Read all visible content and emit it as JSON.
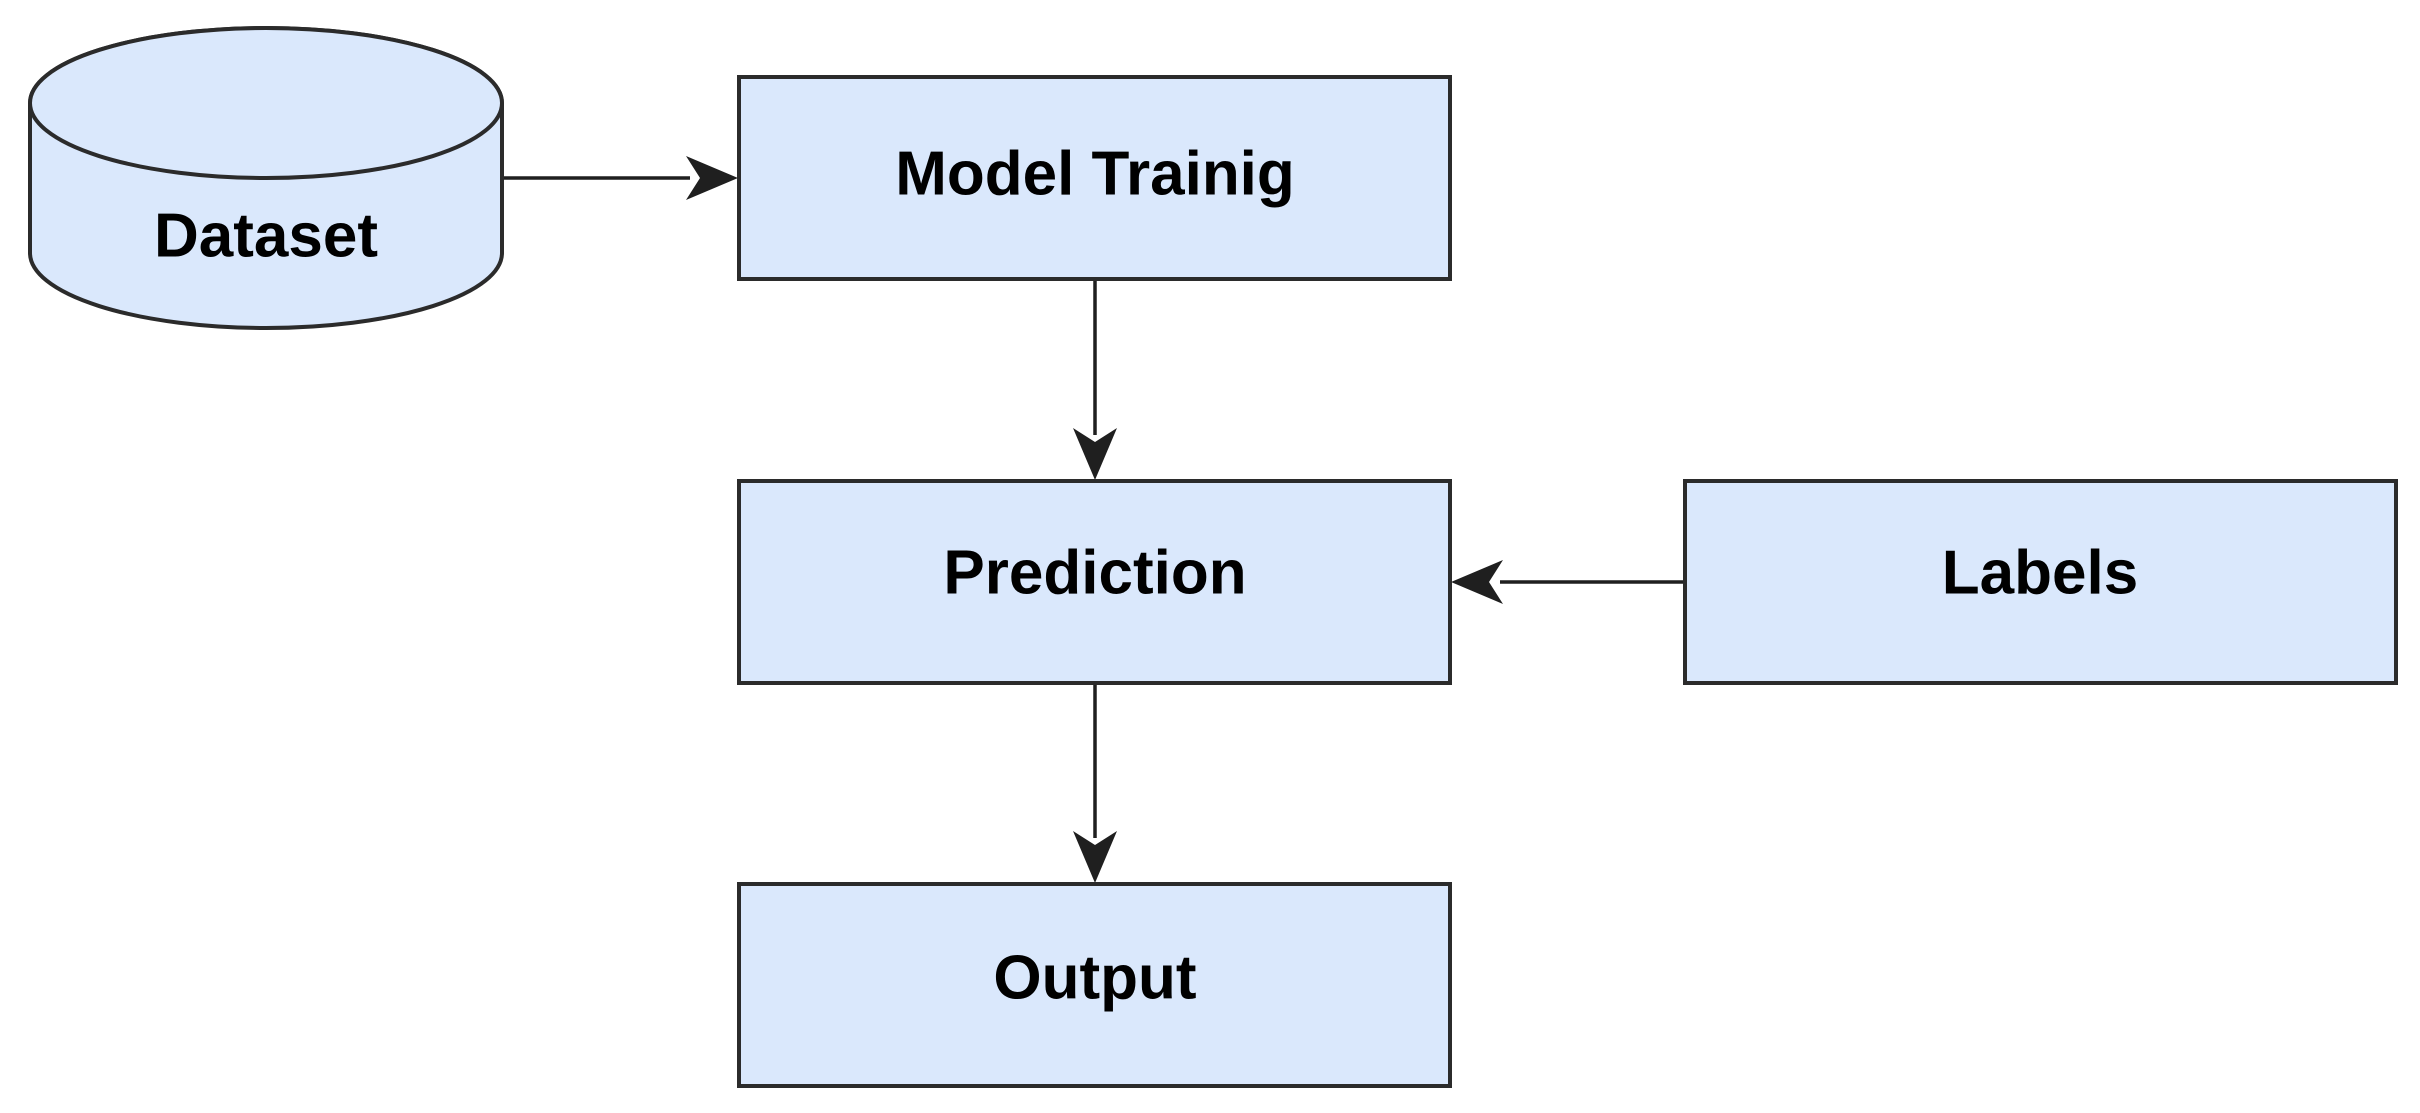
{
  "colors": {
    "node_fill": "#dae8fc",
    "node_stroke": "#2b2b2b",
    "edge": "#1f1f1f",
    "text": "#000000",
    "background": "#ffffff"
  },
  "nodes": {
    "dataset": {
      "label": "Dataset",
      "shape": "cylinder"
    },
    "model_training": {
      "label": "Model Trainig",
      "shape": "rectangle"
    },
    "prediction": {
      "label": "Prediction",
      "shape": "rectangle"
    },
    "labels": {
      "label": "Labels",
      "shape": "rectangle"
    },
    "output": {
      "label": "Output",
      "shape": "rectangle"
    }
  },
  "edges": [
    {
      "from": "dataset",
      "to": "model_training"
    },
    {
      "from": "model_training",
      "to": "prediction"
    },
    {
      "from": "labels",
      "to": "prediction"
    },
    {
      "from": "prediction",
      "to": "output"
    }
  ]
}
